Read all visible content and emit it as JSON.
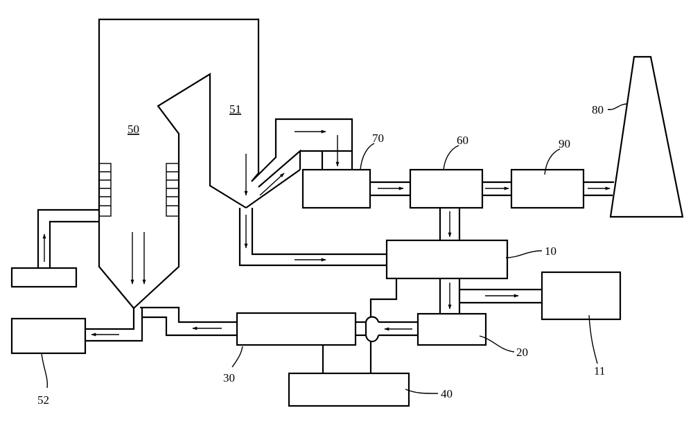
{
  "diagram": {
    "labels": {
      "l50": "50",
      "l51": "51",
      "l52": "52",
      "l70": "70",
      "l60": "60",
      "l90": "90",
      "l80": "80",
      "l10": "10",
      "l11": "11",
      "l20": "20",
      "l30": "30",
      "l40": "40"
    }
  }
}
